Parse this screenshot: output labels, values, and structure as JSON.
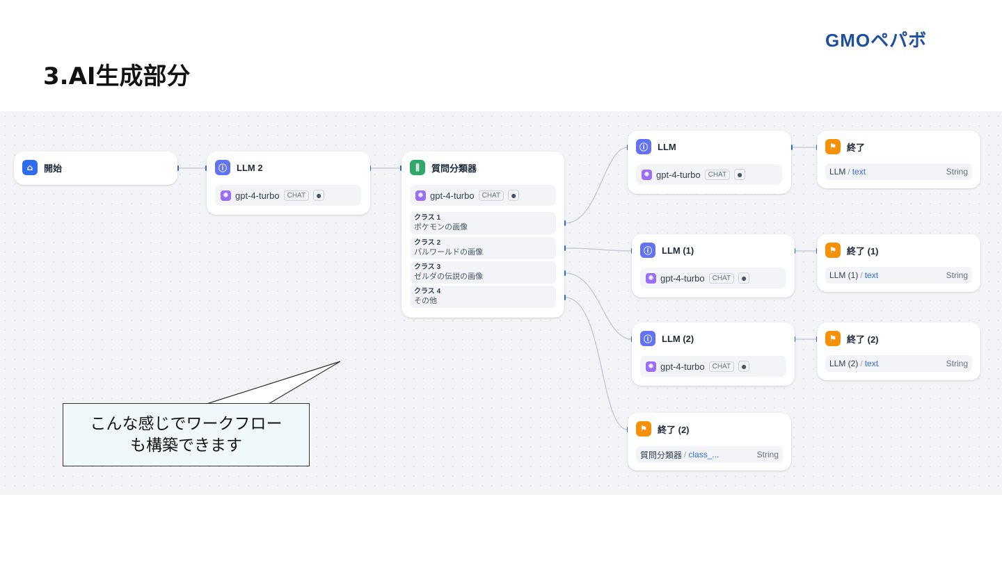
{
  "slide": {
    "title": "3.AI生成部分",
    "logo": "GMOペパボ"
  },
  "callout": {
    "line1": "こんな感じでワークフロー",
    "line2": "も構築できます"
  },
  "nodes": {
    "start": {
      "title": "開始",
      "icon": "home-icon"
    },
    "llm2": {
      "title": "LLM 2",
      "model": "gpt-4-turbo",
      "badge": "CHAT"
    },
    "classifier": {
      "title": "質問分類器",
      "model": "gpt-4-turbo",
      "badge": "CHAT",
      "classes": [
        {
          "label": "クラス 1",
          "text": "ポケモンの画像"
        },
        {
          "label": "クラス 2",
          "text": "パルワールドの画像"
        },
        {
          "label": "クラス 3",
          "text": "ゼルダの伝説の画像"
        },
        {
          "label": "クラス 4",
          "text": "その他"
        }
      ]
    },
    "llm": {
      "title": "LLM",
      "model": "gpt-4-turbo",
      "badge": "CHAT"
    },
    "llm1": {
      "title": "LLM (1)",
      "model": "gpt-4-turbo",
      "badge": "CHAT"
    },
    "llm2b": {
      "title": "LLM (2)",
      "model": "gpt-4-turbo",
      "badge": "CHAT"
    },
    "end": {
      "title": "終了",
      "var_src": "LLM",
      "var_name": "text",
      "var_type": "String"
    },
    "end1": {
      "title": "終了 (1)",
      "var_src": "LLM (1)",
      "var_name": "text",
      "var_type": "String"
    },
    "end2": {
      "title": "終了 (2)",
      "var_src": "LLM (2)",
      "var_name": "text",
      "var_type": "String"
    },
    "end3": {
      "title": "終了 (2)",
      "var_src": "質問分類器",
      "var_name": "class_...",
      "var_type": "String"
    }
  },
  "colors": {
    "accent": "#2e6cf0",
    "llm_icon": "#6172f3",
    "classifier_icon": "#2fa86a",
    "end_icon": "#f79009",
    "logo": "#1d4fa0"
  }
}
